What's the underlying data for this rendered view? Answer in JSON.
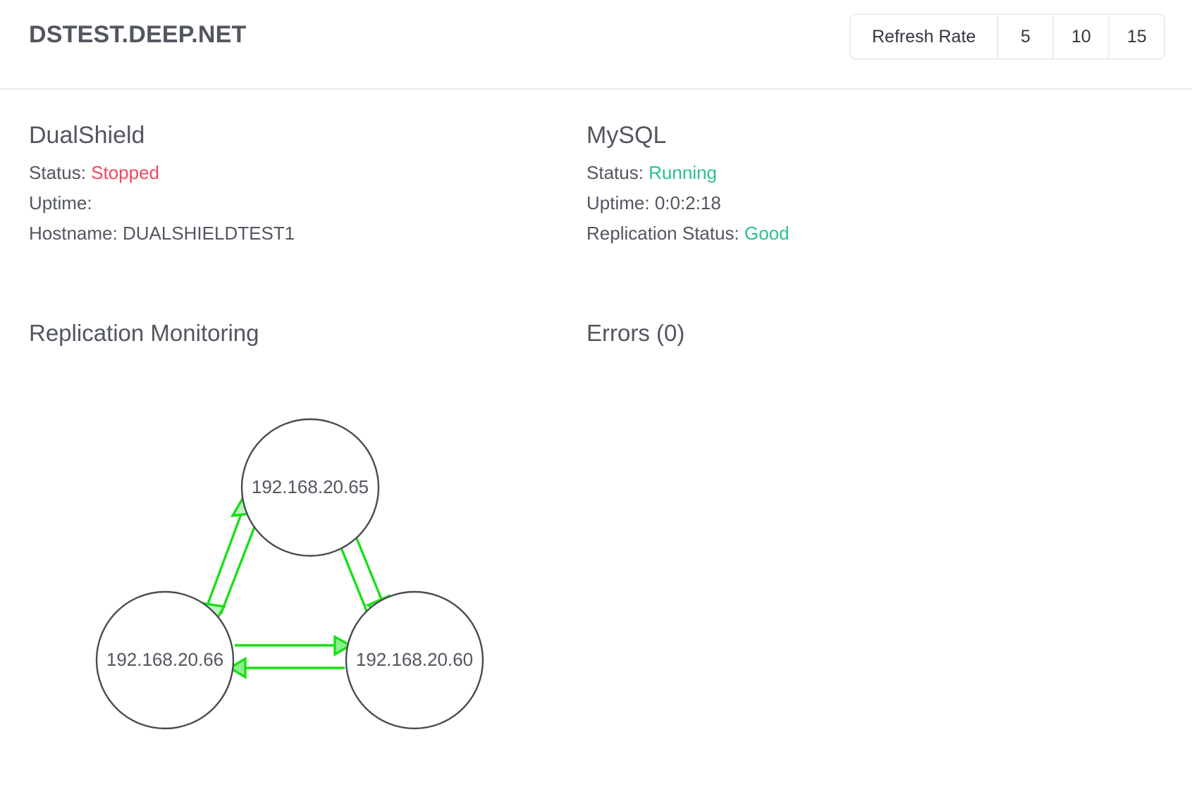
{
  "header": {
    "app_title": "DSTEST.DEEP.NET",
    "refresh": {
      "label": "Refresh Rate",
      "options": [
        "5",
        "10",
        "15"
      ]
    }
  },
  "panels": {
    "dualshield": {
      "title": "DualShield",
      "status_label": "Status:",
      "status_value": "Stopped",
      "uptime_label": "Uptime:",
      "uptime_value": "",
      "hostname_label": "Hostname:",
      "hostname_value": "DUALSHIELDTEST1"
    },
    "mysql": {
      "title": "MySQL",
      "status_label": "Status:",
      "status_value": "Running",
      "uptime_label": "Uptime:",
      "uptime_value": "0:0:2:18",
      "replication_label": "Replication Status:",
      "replication_value": "Good"
    }
  },
  "sections": {
    "replication_title": "Replication Monitoring",
    "errors_title": "Errors (0)"
  },
  "diagram": {
    "nodes": [
      {
        "id": "n65",
        "label": "192.168.20.65"
      },
      {
        "id": "n66",
        "label": "192.168.20.66"
      },
      {
        "id": "n60",
        "label": "192.168.20.60"
      }
    ],
    "links": [
      {
        "from": "192.168.20.66",
        "to": "192.168.20.65"
      },
      {
        "from": "192.168.20.65",
        "to": "192.168.20.66"
      },
      {
        "from": "192.168.20.60",
        "to": "192.168.20.65"
      },
      {
        "from": "192.168.20.65",
        "to": "192.168.20.60"
      },
      {
        "from": "192.168.20.66",
        "to": "192.168.20.60"
      },
      {
        "from": "192.168.20.60",
        "to": "192.168.20.66"
      }
    ]
  },
  "colors": {
    "text": "#52565f",
    "error": "#f2475c",
    "ok": "#2bbf93",
    "link": "#18e016",
    "node_stroke": "#4a4a55",
    "divider": "#ebecf0"
  },
  "errors": {
    "items": []
  }
}
